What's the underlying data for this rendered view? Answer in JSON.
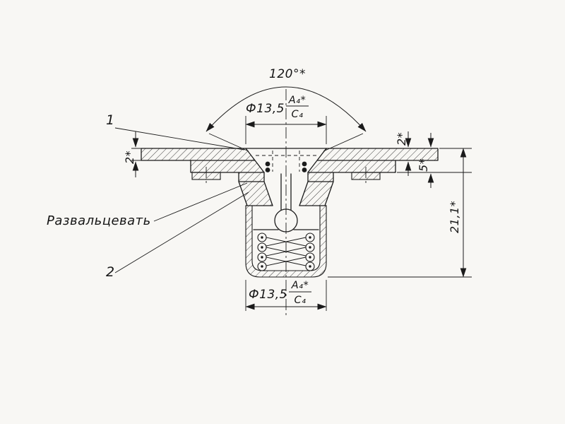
{
  "page": {
    "background": "#f8f7f4",
    "ink": "#1b1b1b"
  },
  "drawing": {
    "type": "engineering-section-drawing",
    "dimensions": {
      "angle": "120°*",
      "top_diameter": "Ф13,5",
      "top_fit_numerator": "А₄*",
      "top_fit_denominator": "С₄",
      "bottom_diameter": "Ф13,5",
      "bottom_fit_numerator": "А₄*",
      "bottom_fit_denominator": "С₄",
      "plate_thickness_left": "2*",
      "plate_thickness_right": "2*",
      "stack_depth": "5*",
      "overall_height": "21,1*"
    },
    "callouts": {
      "item_1": "1",
      "item_2": "2",
      "flare_note": "Развальцевать"
    }
  }
}
